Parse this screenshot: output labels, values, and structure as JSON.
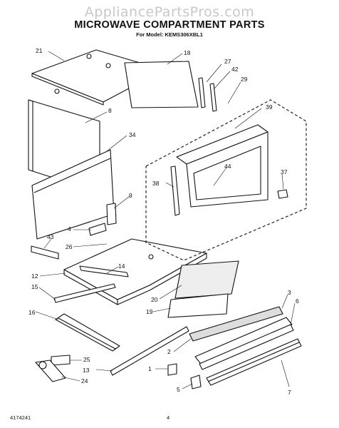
{
  "watermark": "AppliancePartsPros.com",
  "title": "MICROWAVE COMPARTMENT PARTS",
  "model": "For Model: KEMS306XBL1",
  "footer_left": "4174241",
  "footer_page": "4",
  "callouts": [
    "21",
    "18",
    "27",
    "42",
    "29",
    "8",
    "39",
    "34",
    "44",
    "37",
    "38",
    "9",
    "4",
    "43",
    "26",
    "12",
    "14",
    "15",
    "20",
    "19",
    "3",
    "6",
    "16",
    "25",
    "2",
    "13",
    "24",
    "1",
    "5",
    "7"
  ],
  "colors": {
    "line": "#111111",
    "watermark": "#c8c8c8",
    "panel_fill": "#ffffff",
    "shade": "#777777"
  }
}
